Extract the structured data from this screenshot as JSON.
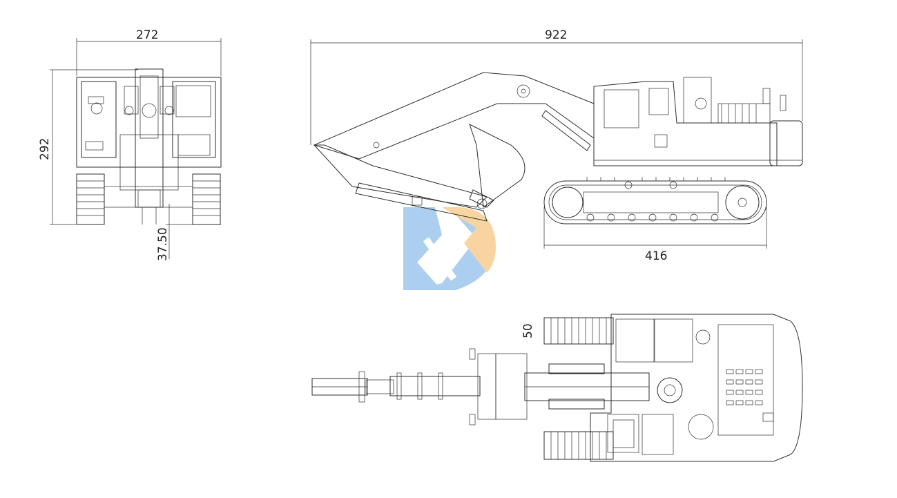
{
  "dimensions": {
    "front_width": "272",
    "front_height": "292",
    "ground_clearance": "37.50",
    "side_length": "922",
    "track_length": "416",
    "track_width": "50"
  },
  "views": {
    "front_view": "front-view",
    "side_view": "side-view",
    "top_view": "top-view"
  },
  "logo": {
    "name": "watermark-logo",
    "colors": {
      "blue": "#a9cdef",
      "yellow": "#f8d39b"
    }
  },
  "line_color": "#2b2b2b"
}
